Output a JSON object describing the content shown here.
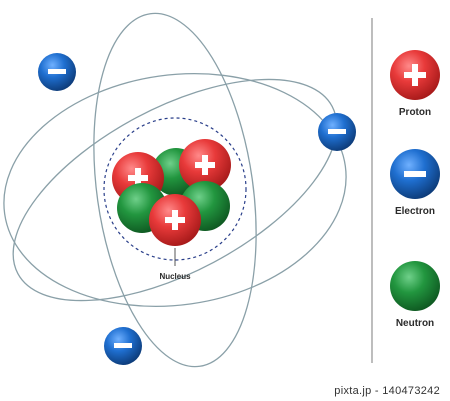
{
  "labels": {
    "nucleus": "Nucleus",
    "proton": "Proton",
    "electron": "Electron",
    "neutron": "Neutron"
  },
  "watermark": {
    "brand": "pixta.jp",
    "separator": " - ",
    "id": "140473242"
  },
  "colors": {
    "proton": "#e23333",
    "electron": "#1a5fb0",
    "neutron": "#1f8a3a",
    "orbit": "#8aa0a8",
    "nucleus_boundary": "#2a3f8a",
    "divider": "#9a9a9a"
  },
  "icons": {
    "proton": "plus-sign",
    "electron": "minus-sign"
  }
}
